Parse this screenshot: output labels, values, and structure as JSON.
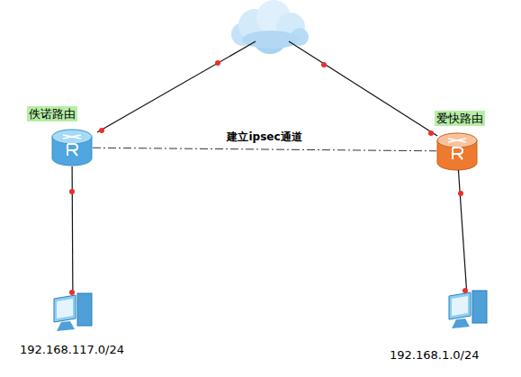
{
  "diagram": {
    "nodes": [
      {
        "text": [
          "佚诺路由"
        ]
      },
      {
        "text": [
          "爱快路由"
        ]
      },
      {
        "text": [
          "192.168.117.0/24"
        ]
      },
      {
        "text": [
          "192.168.1.0/24"
        ]
      }
    ],
    "edges": [
      {
        "from": 0,
        "to": 1,
        "arrow": "none",
        "label": "建立ipsec通道"
      },
      {
        "from": 0,
        "to": 2,
        "arrow": "none"
      },
      {
        "from": 1,
        "to": 3,
        "arrow": "none"
      }
    ]
  }
}
